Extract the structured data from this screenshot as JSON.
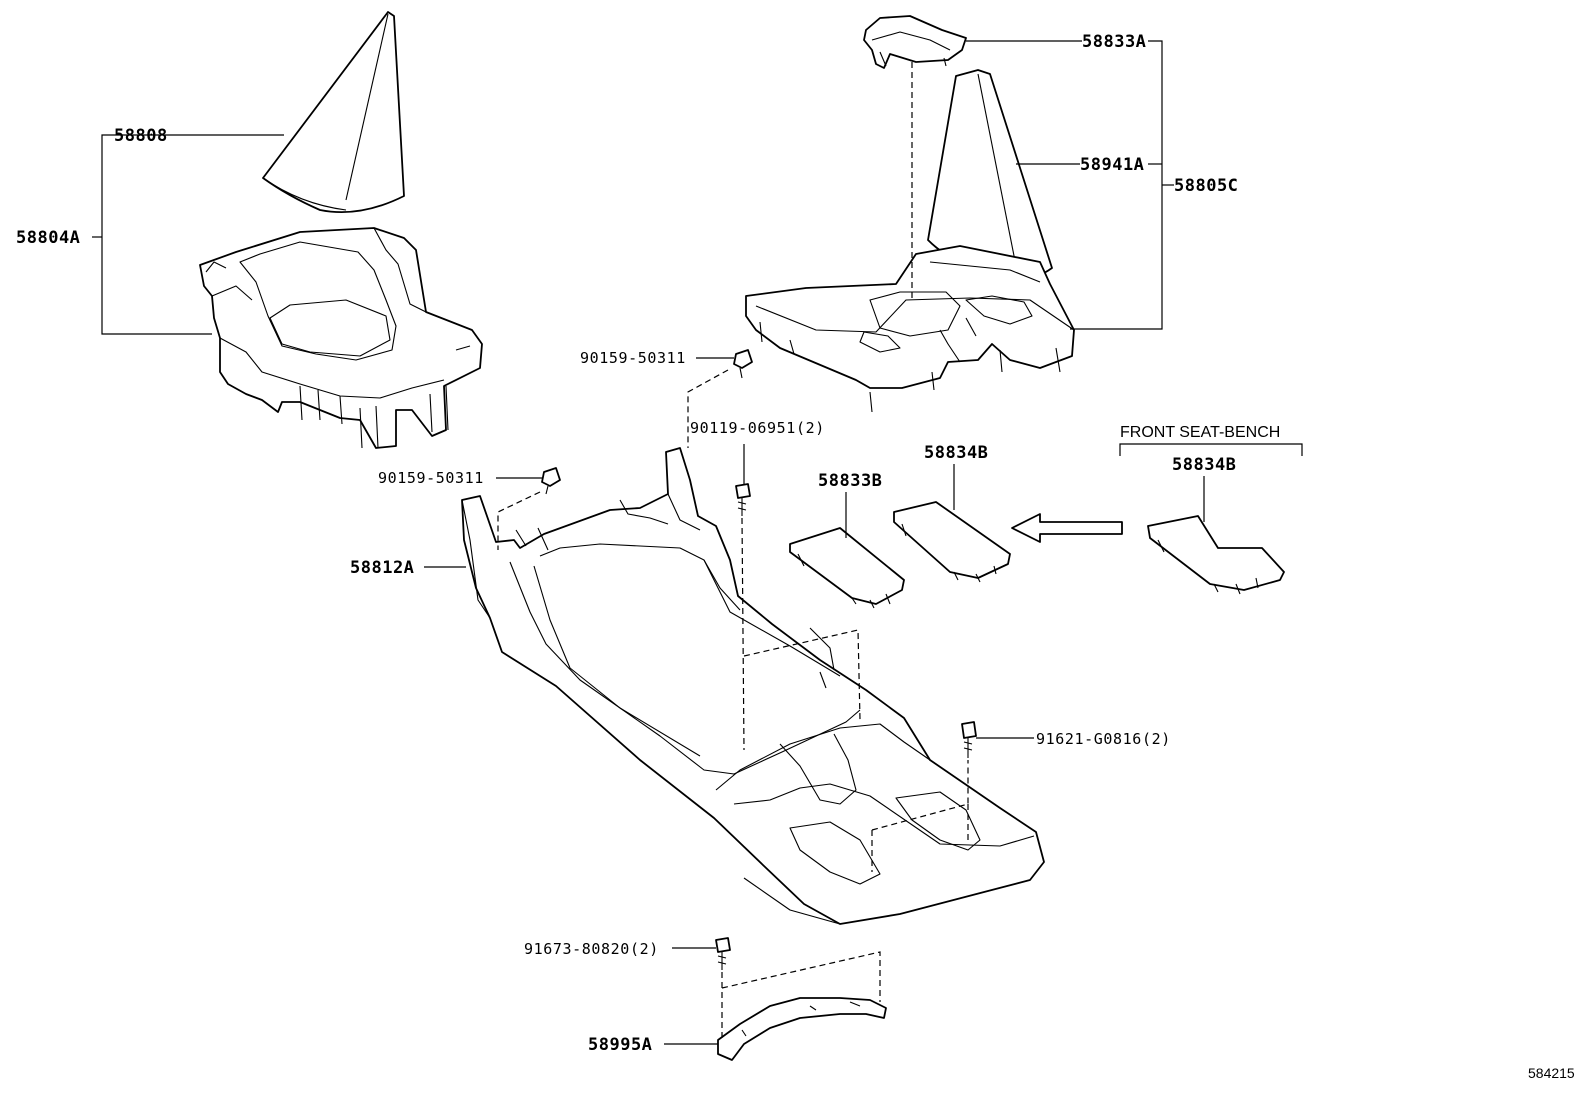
{
  "diagram": {
    "labels": {
      "p58808": "58808",
      "p58804A": "58804A",
      "p58833A": "58833A",
      "p58941A": "58941A",
      "p58805C": "58805C",
      "p90159_top": "90159-50311",
      "p90119": "90119-06951(2)",
      "p90159_left": "90159-50311",
      "p58812A": "58812A",
      "p58833B": "58833B",
      "p58834B_mid": "58834B",
      "p58834B_right": "58834B",
      "front_seat_bench": "FRONT SEAT-BENCH",
      "p91621": "91621-G0816(2)",
      "p91673": "91673-80820(2)",
      "p58995A": "58995A",
      "figure_code": "584215"
    }
  }
}
